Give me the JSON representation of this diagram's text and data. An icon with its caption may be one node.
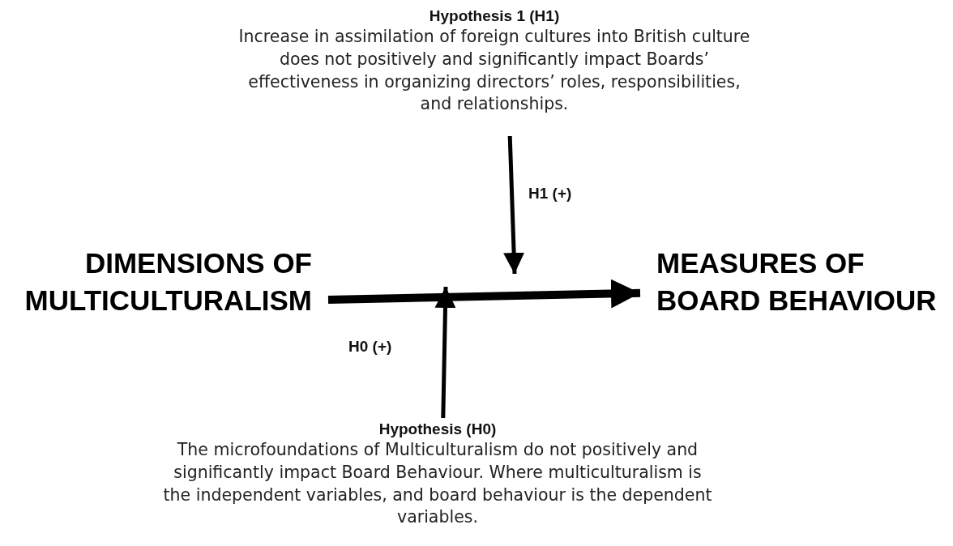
{
  "diagram": {
    "nodes": [
      {
        "text": [
          "Hypothesis 1 (H1)",
          "Increase in assimilation of foreign cultures into British culture does not positively and significantly impact Boards’ effectiveness in organizing directors’ roles, responsibilities, and relationships."
        ]
      },
      {
        "text": [
          "DIMENSIONS OF MULTICULTURALISM"
        ]
      },
      {
        "text": [
          "MEASURES OF BOARD BEHAVIOUR"
        ]
      },
      {
        "text": [
          "Hypothesis (H0)",
          "The microfoundations of Multiculturalism do not positively and significantly impact Board Behaviour. Where multiculturalism is the independent variables, and board behaviour is the dependent variables."
        ]
      }
    ],
    "edges": [
      {
        "from": 1,
        "to": 2,
        "arrow": "to",
        "style": "thick"
      },
      {
        "from": 0,
        "to": null,
        "arrow": "to",
        "label": "H1 (+)"
      },
      {
        "from": 3,
        "to": null,
        "arrow": "to",
        "label": "H0 (+)"
      }
    ]
  }
}
